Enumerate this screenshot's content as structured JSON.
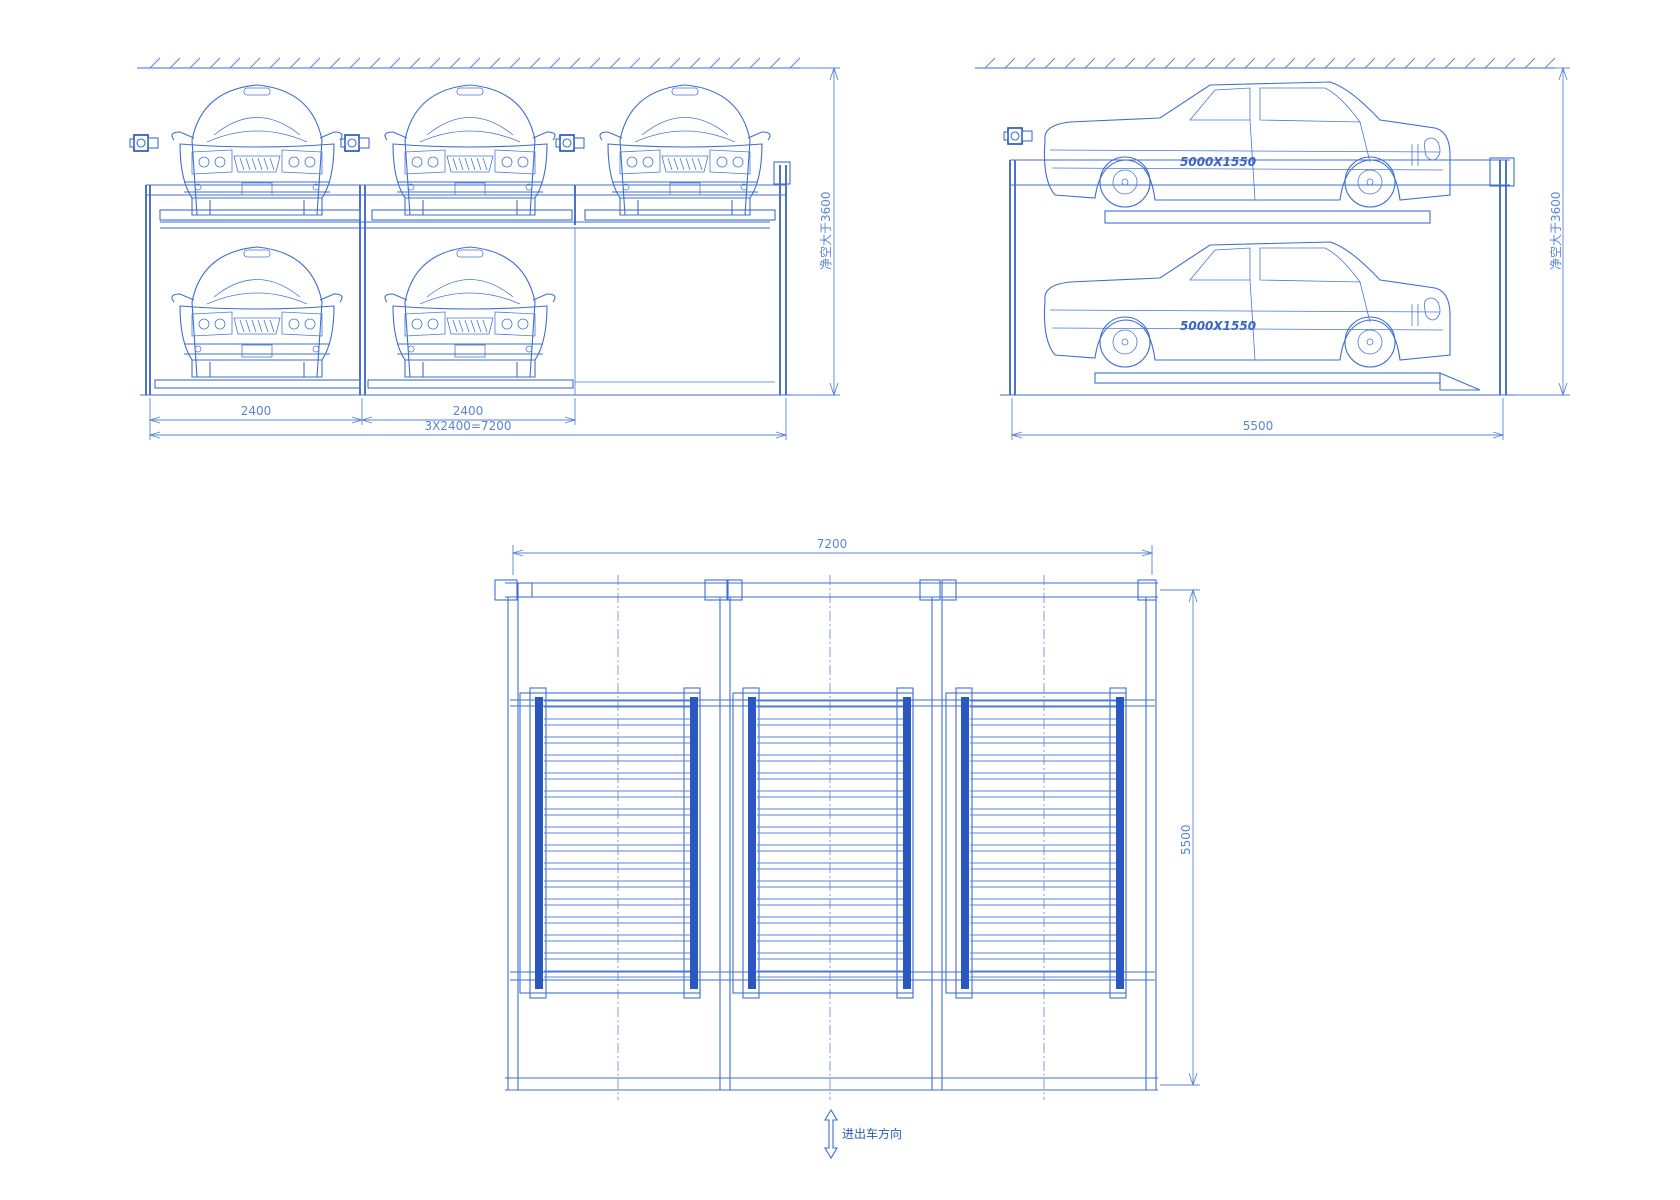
{
  "front_view": {
    "dim_bay_1": "2400",
    "dim_bay_2": "2400",
    "dim_total": "3X2400=7200",
    "dim_height": "净空大于3600"
  },
  "side_view": {
    "car_upper_label": "5000X1550",
    "car_lower_label": "5000X1550",
    "dim_length": "5500",
    "dim_height": "净空大于3600"
  },
  "plan_view": {
    "dim_width": "7200",
    "dim_depth": "5500",
    "direction_label": "进出车方向"
  }
}
